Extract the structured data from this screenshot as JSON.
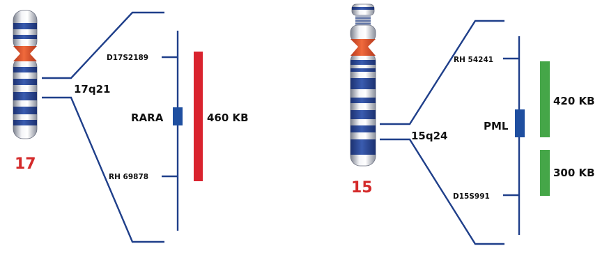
{
  "colors": {
    "line": "#1f3f8a",
    "gene_box": "#1f4fa0",
    "probe_red": "#d9232e",
    "probe_green": "#45a648",
    "chrom_number": "#d42a2a",
    "band_blue": "#2b4b9a",
    "centromere": "#e8502a"
  },
  "chr17": {
    "number": "17",
    "band": "17q21",
    "gene": "RARA",
    "markers": [
      "D17S2189",
      "RH 69878"
    ],
    "probe": {
      "size": "460 KB",
      "color": "red"
    }
  },
  "chr15": {
    "number": "15",
    "band": "15q24",
    "gene": "PML",
    "markers": [
      "RH 54241",
      "D15S991"
    ],
    "probes": [
      {
        "size": "420 KB",
        "color": "green"
      },
      {
        "size": "300 KB",
        "color": "green"
      }
    ]
  }
}
